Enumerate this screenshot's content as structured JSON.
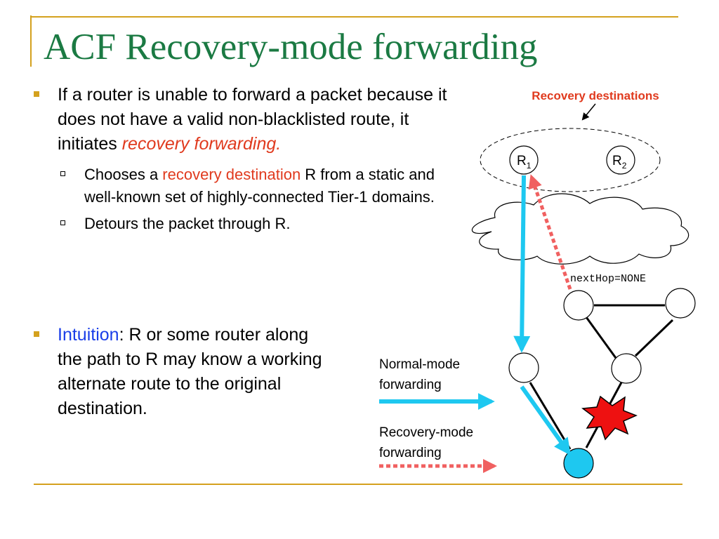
{
  "slide": {
    "title": "ACF Recovery-mode forwarding"
  },
  "bullets": {
    "b1": {
      "text_before": "If a router is unable to forward a packet because it does not have a valid non-blacklisted route, it initiates ",
      "emph": "recovery forwarding."
    },
    "sub1": {
      "text_before": "Chooses a ",
      "emph": "recovery destination",
      "text_after": " R from a static and well-known set of highly-connected Tier-1 domains."
    },
    "sub2": {
      "text": "Detours the packet through R."
    },
    "b2": {
      "emph": "Intuition",
      "text_after": ": R or some router along the path to R may know a working alternate route to the original destination."
    }
  },
  "diagram": {
    "recovery_destinations_label": "Recovery destinations",
    "r1_letter": "R",
    "r1_sub": "1",
    "r2_letter": "R",
    "r2_sub": "2",
    "next_hop_label": "nextHop=NONE",
    "legend": {
      "normal_line1": "Normal-mode",
      "normal_line2": "forwarding",
      "recovery_line1": "Recovery-mode",
      "recovery_line2": "forwarding"
    },
    "colors": {
      "title": "#1b7a43",
      "accent_rule": "#d4a11e",
      "normal_arrow": "#1ec8f0",
      "recovery_arrow": "#f06060",
      "failure_star": "#ee1111",
      "emphasis_red": "#e03a1e",
      "emphasis_blue": "#1a3ee8"
    }
  }
}
